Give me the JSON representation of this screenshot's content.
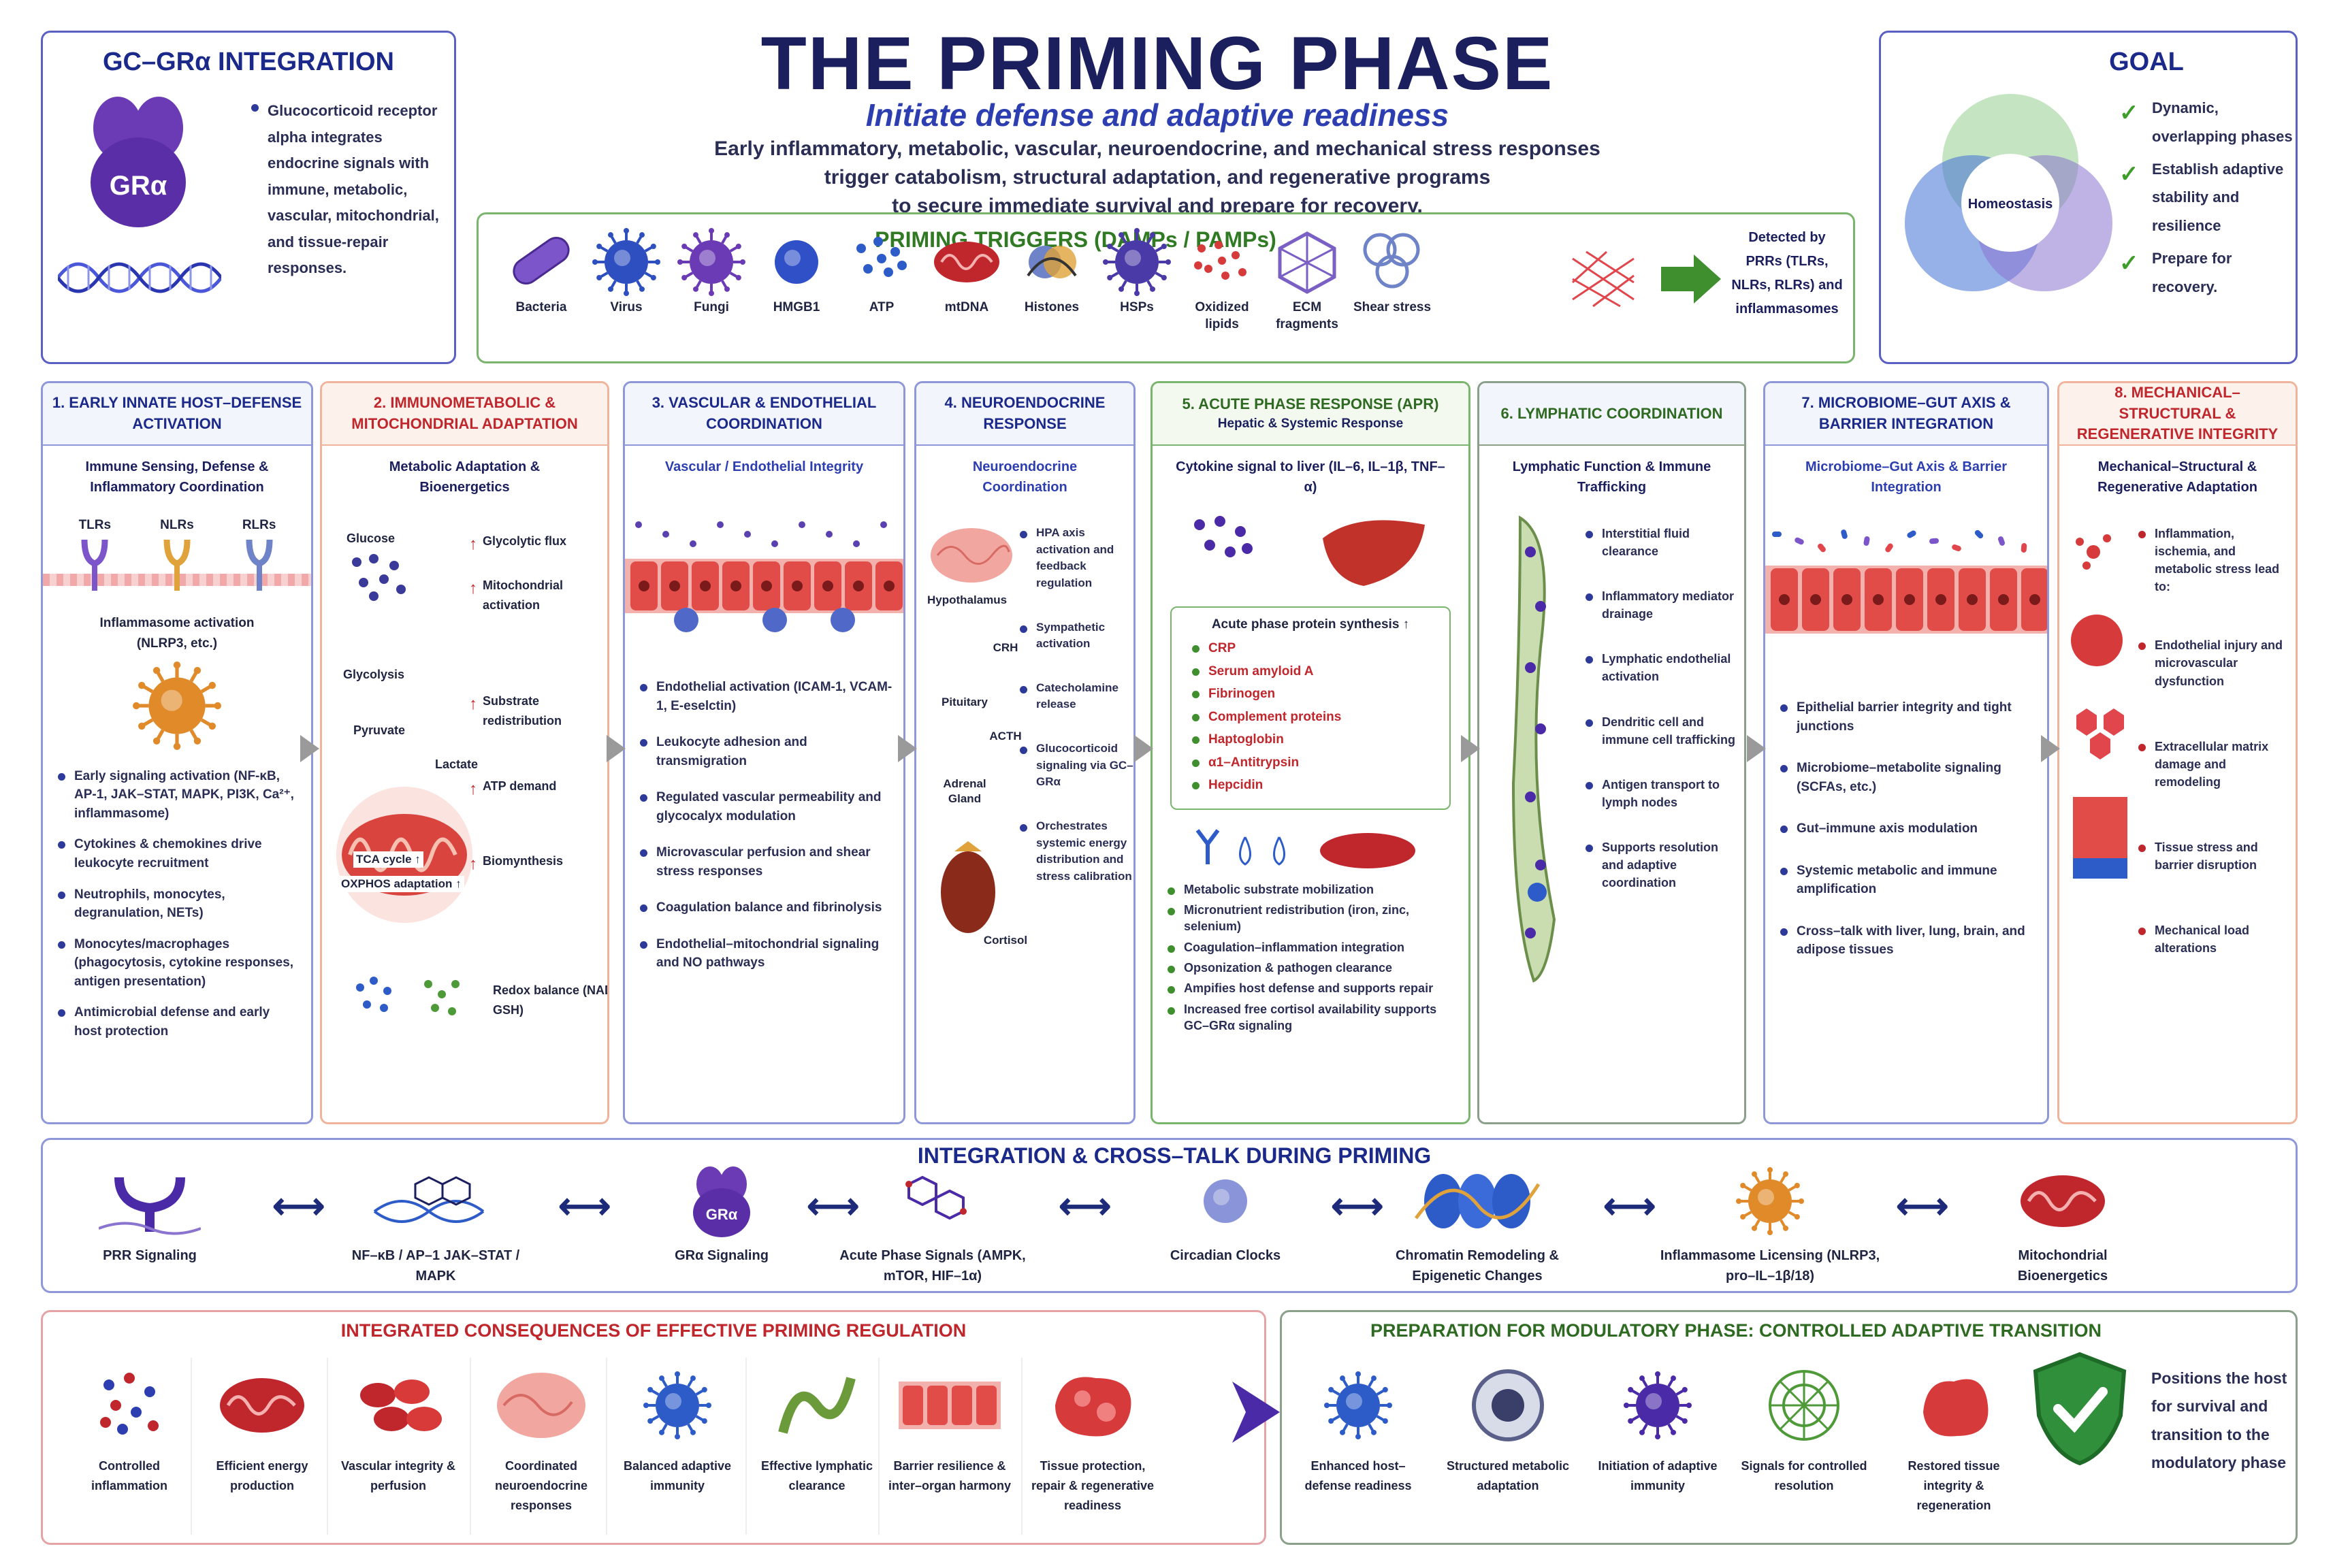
{
  "title": "THE PRIMING PHASE",
  "subtitle": "Initiate defense and adaptive readiness",
  "intro": [
    "Early inflammatory, metabolic, vascular, neuroendocrine, and mechanical stress responses",
    "trigger catabolism, structural adaptation, and regenerative programs",
    "to secure immediate survival and prepare for recovery."
  ],
  "gc": {
    "title": "GC–GRα INTEGRATION",
    "icon_label": "GRα",
    "text": "Glucocorticoid receptor alpha integrates endocrine signals with immune, metabolic, vascular, mitochondrial, and tissue-repair responses."
  },
  "goal": {
    "title": "GOAL",
    "center": "Homeostasis",
    "items": [
      "Dynamic, overlapping phases",
      "Establish adaptive stability and resilience",
      "Prepare for recovery."
    ]
  },
  "triggers": {
    "title": "PRIMING TRIGGERS (DAMPs / PAMPs)",
    "items": [
      "Bacteria",
      "Virus",
      "Fungi",
      "HMGB1",
      "ATP",
      "mtDNA",
      "Histones",
      "HSPs",
      "Oxidized lipids",
      "ECM fragments",
      "Shear stress"
    ],
    "detected": "Detected by PRRs (TLRs, NLRs, RLRs) and inflammasomes"
  },
  "colors": {
    "navy": "#1b1f5e",
    "purple": "#4b2aa8",
    "red": "#c0272d",
    "green": "#3f8f2e",
    "blue": "#2d5cc9"
  },
  "cols": [
    {
      "title": "1. EARLY INNATE HOST–DEFENSE ACTIVATION",
      "sub": "Immune Sensing, Defense & Inflammatory Coordination",
      "receptors": [
        "TLRs",
        "NLRs",
        "RLRs"
      ],
      "mid": "Inflammasome activation (NLRP3, etc.)",
      "bullets": [
        "Early signaling activation (NF-κB, AP-1, JAK–STAT, MAPK, PI3K, Ca²⁺, inflammasome)",
        "Cytokines & chemokines drive leukocyte recruitment",
        "Neutrophils, monocytes, degranulation, NETs)",
        "Monocytes/macrophages (phagocytosis, cytokine responses, antigen presentation)",
        "Antimicrobial defense and early host protection"
      ]
    },
    {
      "title": "2. IMMUNOMETABOLIC & MITOCHONDRIAL ADAPTATION",
      "sub": "Metabolic Adaptation & Bioenergetics",
      "labels": {
        "glucose": "Glucose",
        "glycolysis": "Glycolysis",
        "pyruvate": "Pyruvate",
        "lactate": "Lactate",
        "tca": "TCA cycle ↑",
        "oxphos": "OXPHOS adaptation ↑"
      },
      "items": [
        "Glycolytic flux",
        "Mitochondrial activation",
        "Substrate redistribution",
        "ATP demand",
        "Biomynthesis",
        "Redox balance (NADPH, GSH)"
      ]
    },
    {
      "title": "3. VASCULAR & ENDOTHELIAL COORDINATION",
      "sub": "Vascular / Endothelial Integrity",
      "bullets": [
        "Endothelial activation (ICAM-1, VCAM-1, E-eselctin)",
        "Leukocyte adhesion and transmigration",
        "Regulated vascular permeability and glycocalyx modulation",
        "Microvascular perfusion and shear stress responses",
        "Coagulation balance and fibrinolysis",
        "Endothelial–mitochondrial signaling and NO pathways"
      ]
    },
    {
      "title": "4. NEUROENDOCRINE RESPONSE",
      "sub": "Neuroendocrine Coordination",
      "labels": [
        "Hypothalamus",
        "CRH",
        "Pituitary",
        "ACTH",
        "Adrenal Gland",
        "Cortisol"
      ],
      "bullets": [
        "HPA axis activation and feedback regulation",
        "Sympathetic activation",
        "Catecholamine release",
        "Glucocorticoid signaling via GC–GRα",
        "Orchestrates systemic energy distribution and stress calibration"
      ]
    },
    {
      "title": "5. ACUTE PHASE RESPONSE (APR)",
      "title2": "Hepatic & Systemic Response",
      "sub": "Cytokine signal to liver (IL–6, IL–1β, TNF–α)",
      "box_title": "Acute phase protein synthesis ↑",
      "proteins": [
        "CRP",
        "Serum amyloid A",
        "Fibrinogen",
        "Complement proteins",
        "Haptoglobin",
        "α1–Antitrypsin",
        "Hepcidin"
      ],
      "bullets": [
        "Metabolic substrate mobilization",
        "Micronutrient redistribution (iron, zinc, selenium)",
        "Coagulation–inflammation integration",
        "Opsonization & pathogen clearance",
        "Ampifies host defense and supports repair",
        "Increased free cortisol availability supports GC–GRα signaling"
      ]
    },
    {
      "title": "6. LYMPHATIC COORDINATION",
      "sub": "Lymphatic Function & Immune Trafficking",
      "bullets": [
        "Interstitial fluid clearance",
        "Inflammatory mediator drainage",
        "Lymphatic endothelial activation",
        "Dendritic cell and immune cell trafficking",
        "Antigen transport to lymph nodes",
        "Supports resolution and adaptive coordination"
      ]
    },
    {
      "title": "7. MICROBIOME–GUT AXIS & BARRIER INTEGRATION",
      "sub": "Microbiome–Gut Axis & Barrier Integration",
      "bullets": [
        "Epithelial barrier integrity and tight junctions",
        "Microbiome–metabolite signaling (SCFAs, etc.)",
        "Gut–immune axis modulation",
        "Systemic metabolic and immune amplification",
        "Cross–talk with liver, lung, brain, and adipose tissues"
      ]
    },
    {
      "title": "8. MECHANICAL–STRUCTURAL & REGENERATIVE INTEGRITY",
      "sub": "Mechanical–Structural & Regenerative Adaptation",
      "bullets": [
        "Inflammation, ischemia, and metabolic stress lead to:",
        "Endothelial injury and microvascular dysfunction",
        "Extracellular matrix damage and remodeling",
        "Tissue stress and barrier disruption",
        "Mechanical load alterations"
      ]
    }
  ],
  "integration": {
    "title": "INTEGRATION & CROSS–TALK DURING PRIMING",
    "items": [
      "PRR Signaling",
      "NF–κB / AP–1 JAK–STAT / MAPK",
      "GRα Signaling",
      "Acute Phase Signals (AMPK, mTOR, HIF–1α)",
      "Circadian Clocks",
      "Chromatin Remodeling & Epigenetic Changes",
      "Inflammasome Licensing (NLRP3, pro–IL–1β/18)",
      "Mitochondrial Bioenergetics"
    ],
    "gra": "GRα"
  },
  "consequences": {
    "title": "INTEGRATED CONSEQUENCES OF EFFECTIVE PRIMING REGULATION",
    "items": [
      "Controlled inflammation",
      "Efficient energy production",
      "Vascular integrity & perfusion",
      "Coordinated neuroendocrine responses",
      "Balanced adaptive immunity",
      "Effective lymphatic clearance",
      "Barrier resilience & inter–organ harmony",
      "Tissue protection, repair & regenerative readiness"
    ]
  },
  "prep": {
    "title": "PREPARATION FOR MODULATORY PHASE: CONTROLLED ADAPTIVE TRANSITION",
    "items": [
      "Enhanced host–defense readiness",
      "Structured metabolic adaptation",
      "Initiation of adaptive immunity",
      "Signals for controlled resolution",
      "Restored tissue integrity & regeneration"
    ],
    "final": "Positions the host for survival and transition to the modulatory phase"
  }
}
